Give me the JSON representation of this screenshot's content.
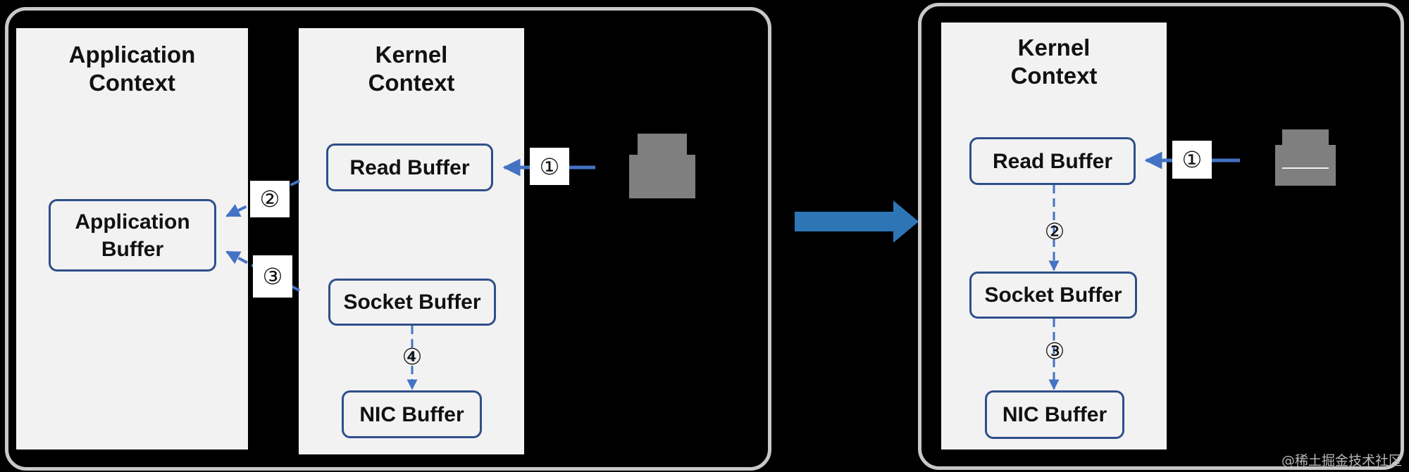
{
  "before": {
    "app_context_title": "Application\nContext",
    "kernel_context_title": "Kernel\nContext",
    "read_buffer": "Read Buffer",
    "app_buffer": "Application\nBuffer",
    "socket_buffer": "Socket Buffer",
    "nic_buffer": "NIC Buffer",
    "steps": [
      "①",
      "②",
      "③",
      "④"
    ]
  },
  "after": {
    "kernel_context_title": "Kernel\nContext",
    "read_buffer": "Read Buffer",
    "socket_buffer": "Socket Buffer",
    "nic_buffer": "NIC Buffer",
    "steps": [
      "①",
      "②",
      "③"
    ]
  },
  "icons": {
    "device": "disk-drive-icon",
    "transition": "right-arrow-icon"
  },
  "watermark": "@稀土掘金技术社区",
  "colors": {
    "arrow": "#4472c4",
    "transition_arrow": "#2e75b6",
    "box_border": "#2f4f8a",
    "panel": "#f2f2f2",
    "frame": "#c8c8c8",
    "device": "#7f7f7f"
  }
}
